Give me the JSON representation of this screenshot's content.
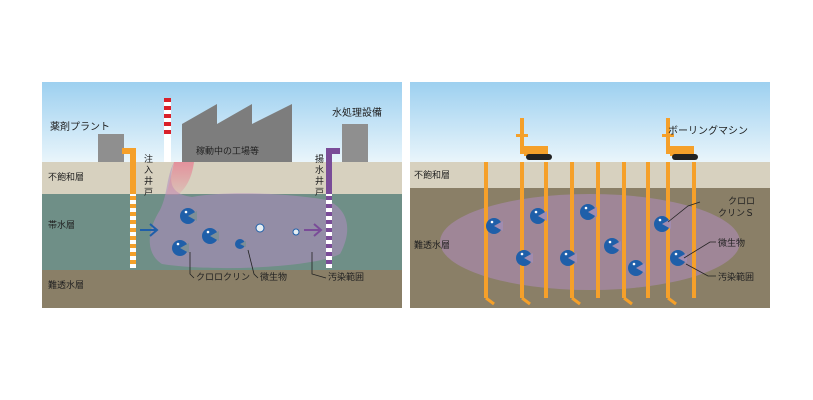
{
  "left_panel": {
    "labels": {
      "chemical_plant": "薬剤プラント",
      "water_treatment": "水処理設備",
      "factory": "稼動中の工場等",
      "injection_well": [
        "注",
        "入",
        "井",
        "戸"
      ],
      "pumping_well": [
        "揚",
        "水",
        "井",
        "戸"
      ],
      "unsaturated_layer": "不飽和層",
      "aquifer": "帯水層",
      "impermeable_layer": "難透水層",
      "chloroclean": "クロロクリン",
      "microbe": "微生物",
      "contamination": "汚染範囲"
    }
  },
  "right_panel": {
    "labels": {
      "boring_machine": "ボーリングマシン",
      "unsaturated_layer": "不飽和層",
      "impermeable_layer": "難透水層",
      "chloroclean_s_line1": "クロロ",
      "chloroclean_s_line2": "クリンＳ",
      "microbe": "微生物",
      "contamination": "汚染範囲"
    }
  },
  "colors": {
    "sky": "#b6dcf4",
    "unsaturated": "#d7d1bf",
    "aquifer": "#6f8f87",
    "impermeable": "#8a7f67",
    "well_orange": "#f5a02a",
    "pump_purple": "#7a4c98",
    "contamination": "#b18cc0",
    "microbe_blue": "#1f5fa9",
    "smoke_pink": "#e58a98"
  }
}
